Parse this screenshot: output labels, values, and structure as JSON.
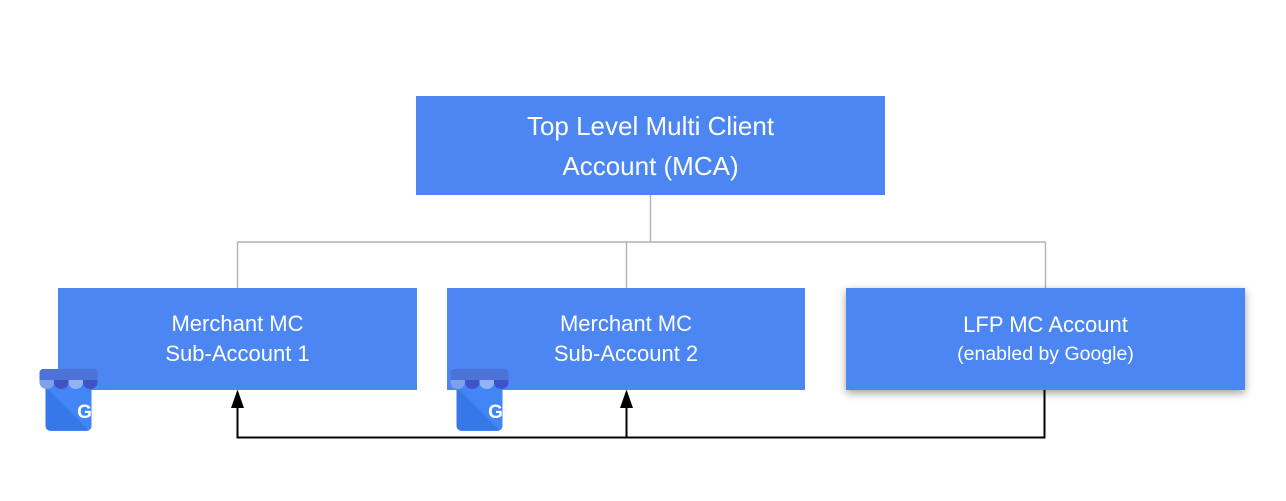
{
  "colors": {
    "page_bg": "#ffffff",
    "box_blue": "#4C86F2",
    "box_text": "#ffffff",
    "connector_gray": "#b1b1b1",
    "connector_black": "#000000"
  },
  "diagram": {
    "root": {
      "line1": "Top Level Multi Client",
      "line2": "Account (MCA)"
    },
    "children": [
      {
        "line1": "Merchant MC",
        "line2": "Sub-Account 1"
      },
      {
        "line1": "Merchant MC",
        "line2": "Sub-Account 2"
      },
      {
        "line1": "LFP MC Account",
        "line2": "(enabled by Google)"
      }
    ],
    "icons": [
      {
        "name": "google-my-business",
        "letter": "G"
      },
      {
        "name": "google-my-business",
        "letter": "G"
      }
    ]
  }
}
